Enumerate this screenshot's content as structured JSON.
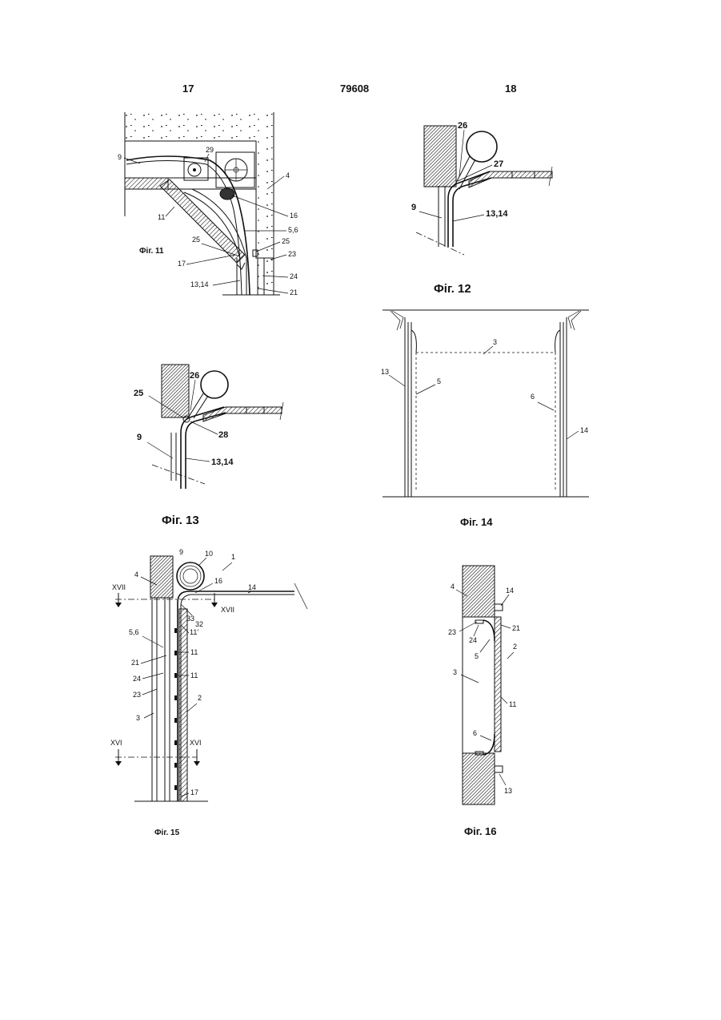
{
  "header": {
    "page_left": "17",
    "patent_number": "79608",
    "page_right": "18"
  },
  "figures": {
    "fig11": {
      "caption": "Фіг. 11",
      "labels": [
        "9",
        "29",
        "4",
        "16",
        "5,6",
        "25",
        "25",
        "23",
        "24",
        "21",
        "11",
        "17",
        "13,14"
      ]
    },
    "fig12": {
      "caption": "Фіг. 12",
      "labels": [
        "26",
        "27",
        "9",
        "13,14"
      ]
    },
    "fig13": {
      "caption": "Фіг. 13",
      "labels": [
        "26",
        "25",
        "28",
        "9",
        "13,14"
      ]
    },
    "fig14": {
      "caption": "Фіг. 14",
      "labels": [
        "3",
        "13",
        "5",
        "6",
        "14"
      ]
    },
    "fig15": {
      "caption": "Фіг. 15",
      "labels": [
        "9",
        "10",
        "1",
        "4",
        "16",
        "14",
        "XVII",
        "XVII",
        "33",
        "32",
        "11'",
        "5,6",
        "11",
        "21",
        "11",
        "24",
        "23",
        "2",
        "3",
        "XVI",
        "XVI",
        "17"
      ]
    },
    "fig16": {
      "caption": "Фіг. 16",
      "labels": [
        "4",
        "14",
        "23",
        "21",
        "24",
        "5",
        "2",
        "3",
        "11",
        "6",
        "13"
      ]
    }
  }
}
